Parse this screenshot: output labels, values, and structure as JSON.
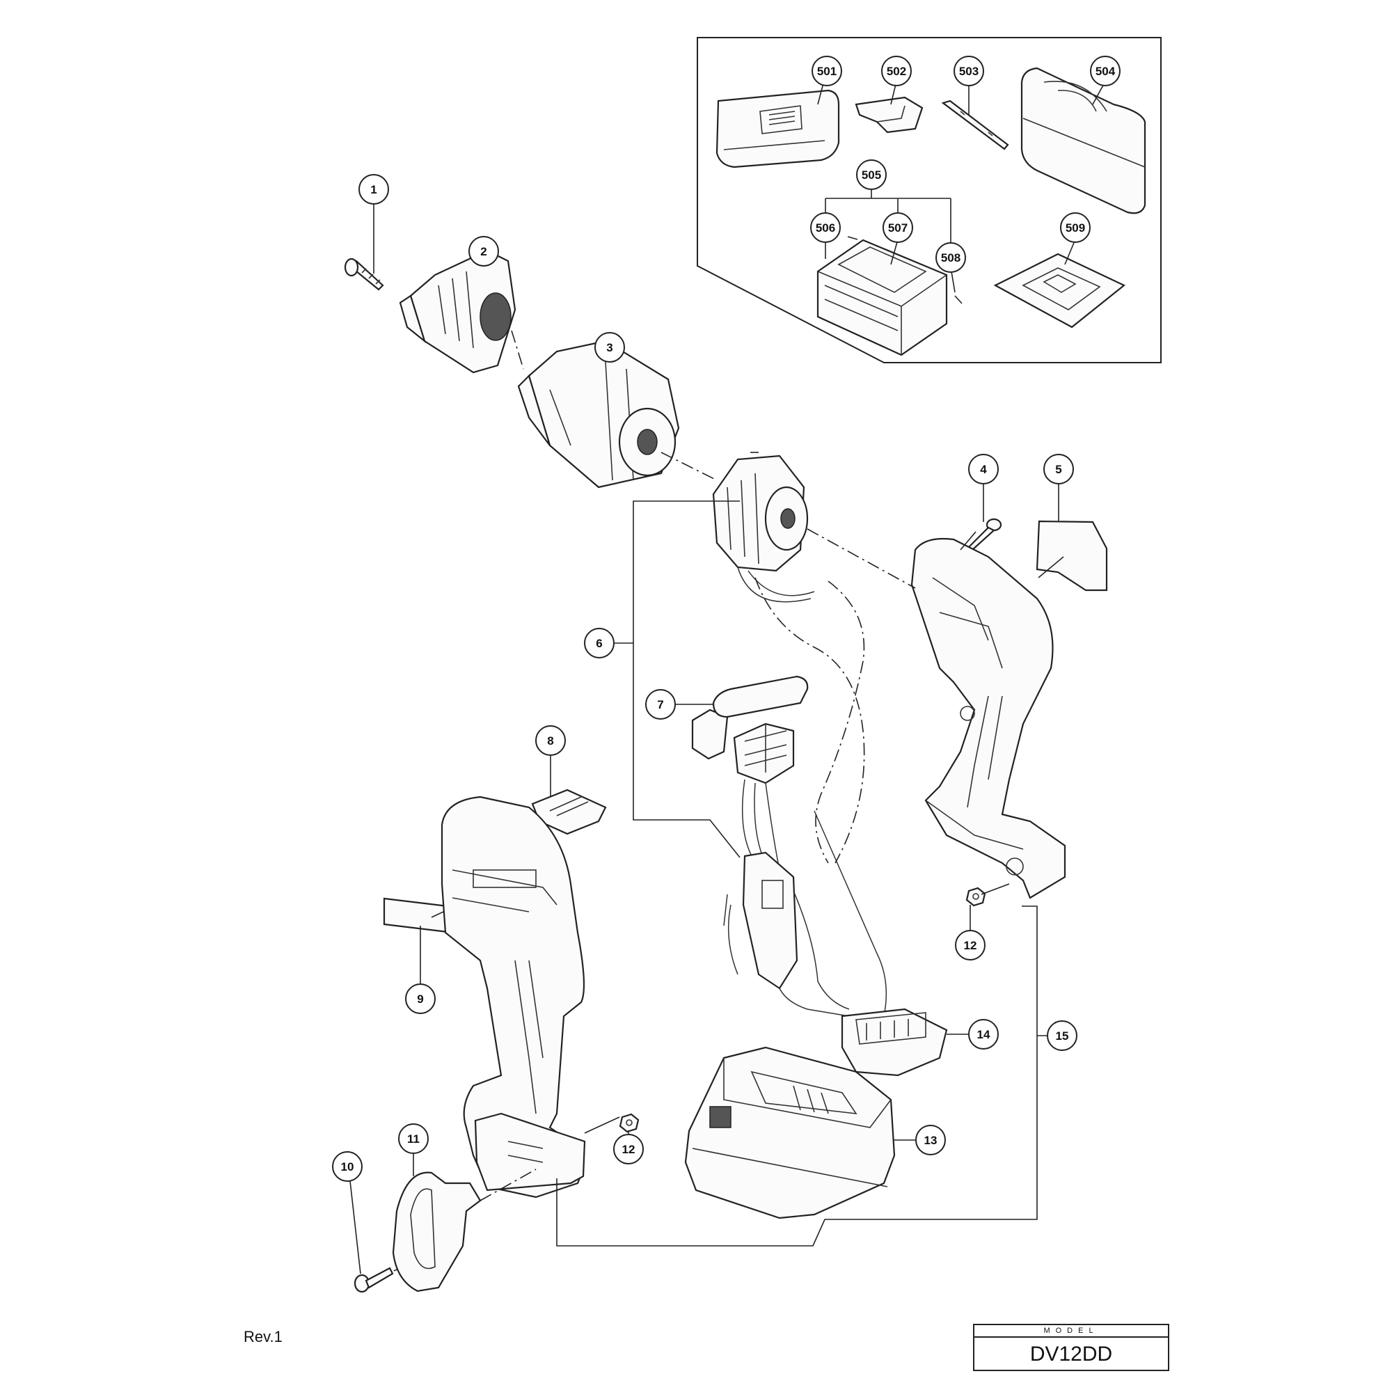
{
  "callouts": [
    "1",
    "2",
    "3",
    "4",
    "5",
    "6",
    "7",
    "8",
    "9",
    "10",
    "11",
    "12",
    "12",
    "13",
    "14",
    "15",
    "501",
    "502",
    "503",
    "504",
    "505",
    "506",
    "507",
    "508",
    "509"
  ],
  "footer": {
    "revision": "Rev.1",
    "model_caption": "MODEL",
    "model_number": "DV12DD"
  }
}
